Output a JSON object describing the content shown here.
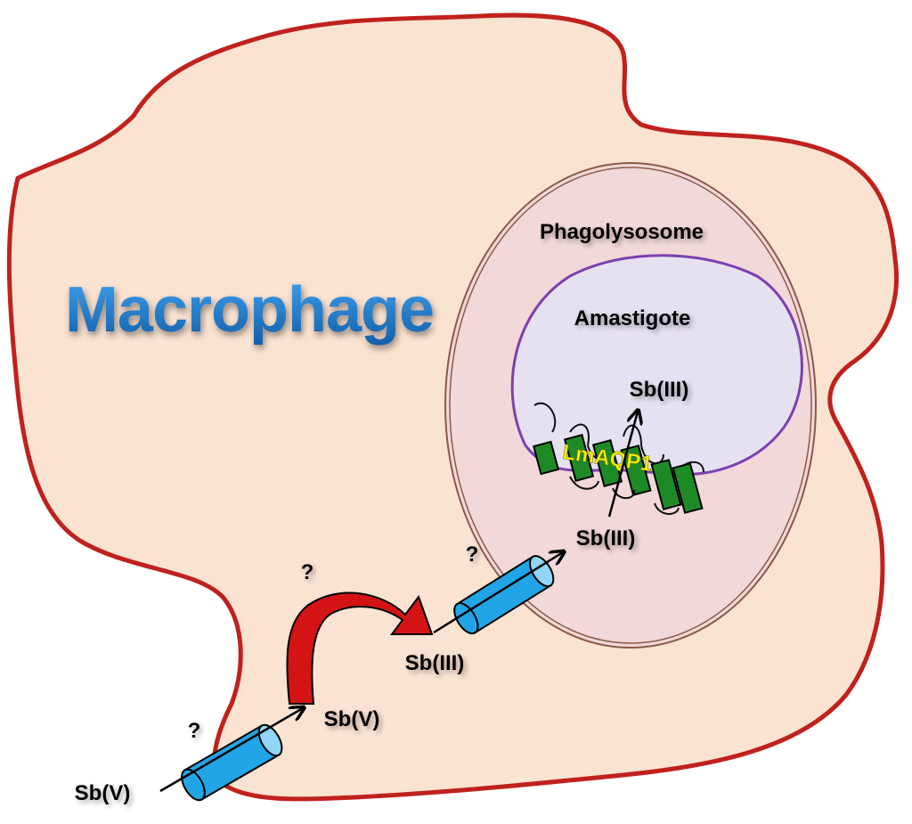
{
  "title": "Macrophage",
  "labels": {
    "phagolysosome": "Phagolysosome",
    "amastigote": "Amastigote",
    "transporter": "LmAQP1",
    "sb_v_outside": "Sb(V)",
    "sb_v_inside": "Sb(V)",
    "sb_iii_cytosol": "Sb(III)",
    "sb_iii_phagolysosome": "Sb(III)",
    "sb_iii_amastigote": "Sb(III)"
  },
  "unknown_marks": [
    "?",
    "?",
    "?"
  ],
  "colors": {
    "cell_fill": "#fbe3d2",
    "cell_border": "#c0211d",
    "phagolysosome_fill": "#f2d8d8",
    "phagolysosome_border": "#8a5a4a",
    "amastigote_fill": "#e6e1f1",
    "amastigote_border": "#7d3fb0",
    "title_color": "#1f78c8",
    "channel_color": "#22a5e6",
    "helix_color": "#1e8a26",
    "transporter_label_color": "#f5f000",
    "reduction_arrow_color": "#d41414"
  }
}
